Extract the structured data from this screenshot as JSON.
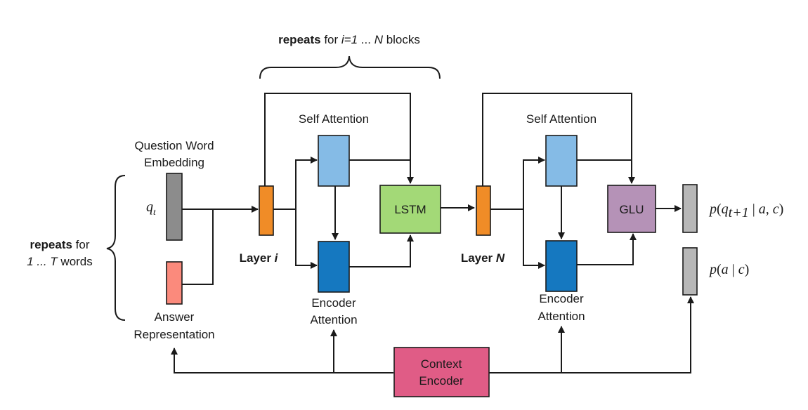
{
  "top_note": {
    "bold": "repeats",
    "rest_1": " for ",
    "ital": "i=1",
    "rest_2": " ... ",
    "ital_2": "N",
    "rest_3": " blocks"
  },
  "left_note": {
    "bold": "repeats",
    "rest_1": " for",
    "ital": "1 ... T",
    "rest_2": " words"
  },
  "question_word_embedding": [
    "Question Word",
    "Embedding"
  ],
  "q_symbol": {
    "base": "q",
    "sub": "t"
  },
  "answer_representation": [
    "Answer",
    "Representation"
  ],
  "layer_i": {
    "text": "Layer ",
    "ital": "i"
  },
  "layer_n": {
    "text": "Layer ",
    "ital": "N"
  },
  "self_attention_1": "Self Attention",
  "self_attention_2": "Self Attention",
  "encoder_attention_1": [
    "Encoder",
    "Attention"
  ],
  "encoder_attention_2": [
    "Encoder",
    "Attention"
  ],
  "lstm": "LSTM",
  "glu": "GLU",
  "context_encoder": [
    "Context",
    "Encoder"
  ],
  "output_1": {
    "p": "p",
    "open": "(",
    "q": "q",
    "sub": "t+1",
    "mid": " | ",
    "a": "a",
    "comma": ", ",
    "c": "c",
    "close": ")"
  },
  "output_2": {
    "p": "p",
    "open": "(",
    "a": "a",
    "mid": " | ",
    "c": "c",
    "close": ")"
  },
  "colors": {
    "embedding_gray": "#8c8c8c",
    "answer_salmon": "#fb8a7c",
    "layer_orange": "#f08c27",
    "self_attention_blue": "#85bbe6",
    "encoder_attention_blue": "#1578c0",
    "lstm_green": "#a3d977",
    "glu_purple": "#b592b7",
    "context_pink": "#e05c86",
    "output_gray": "#b7b7b7"
  }
}
